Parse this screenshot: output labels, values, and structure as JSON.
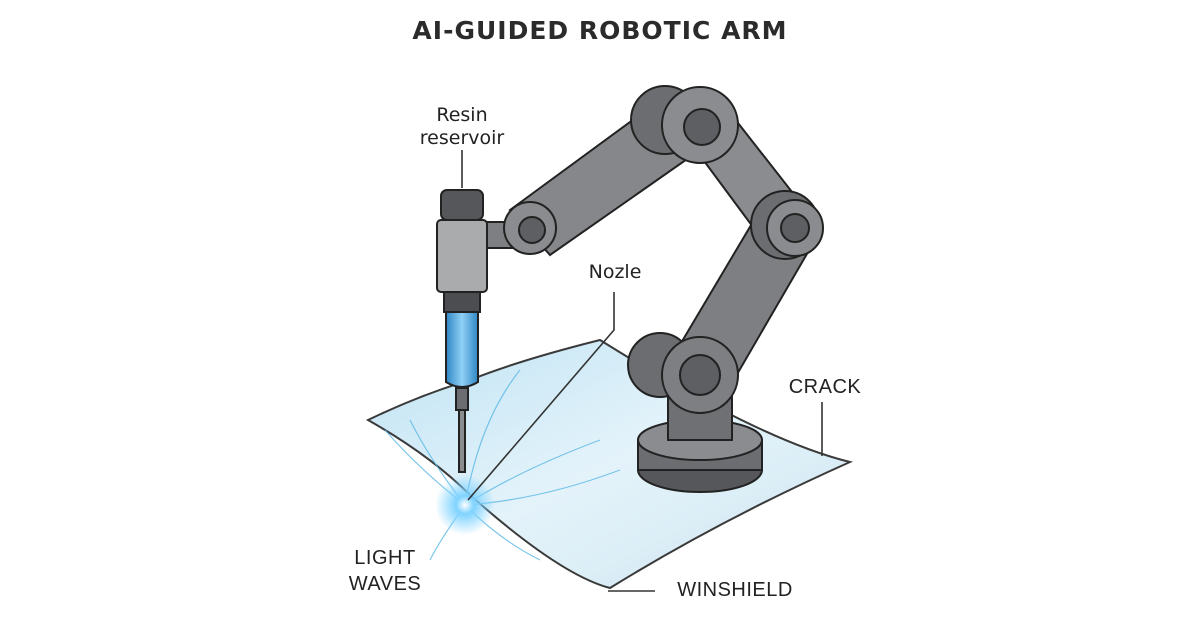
{
  "title": "AI-GUIDED ROBOTIC ARM",
  "labels": {
    "resin_line1": "Resin",
    "resin_line2": "reservoir",
    "nozzle": "Nozle",
    "crack": "CRACK",
    "light_line1": "LIGHT",
    "light_line2": "WAVES",
    "windshield": "WINSHIELD"
  },
  "colors": {
    "arm_gray": "#7d7f82",
    "arm_dark": "#4b4d50",
    "resin_blue": "#4aa6e0",
    "glass": "#d6ecf6",
    "outline": "#2a2a2a"
  }
}
